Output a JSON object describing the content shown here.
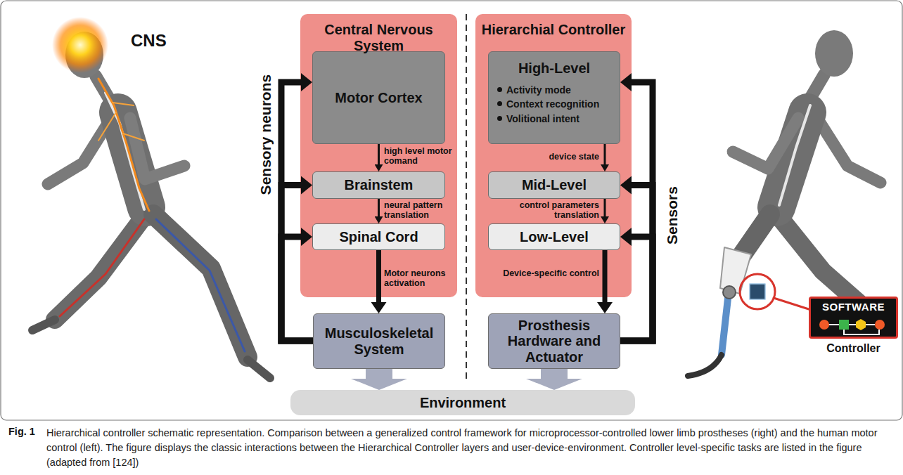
{
  "diagram": {
    "caption": "Hierarchical controller schematic representation. Comparison between a generalized control framework for microprocessor-controlled lower limb prostheses (right) and the human motor control (left). The figure displays the classic interactions between the Hierarchical Controller layers and user-device-environment. Controller level-specific tasks are listed in the figure (adapted from [124])",
    "nodes": [
      {
        "text": [
          "Central Nervous System"
        ]
      },
      {
        "text": [
          "Motor Cortex"
        ],
        "in": 0
      },
      {
        "text": [
          "Brainstem"
        ],
        "in": 0
      },
      {
        "text": [
          "Spinal Cord"
        ],
        "in": 0
      },
      {
        "text": [
          "Hierarchial Controller"
        ]
      },
      {
        "text": [
          "High-Level",
          "Activity mode",
          "Context recognition",
          "Volitional intent"
        ],
        "in": 4
      },
      {
        "text": [
          "Mid-Level"
        ],
        "in": 4
      },
      {
        "text": [
          "Low-Level"
        ],
        "in": 4
      },
      {
        "text": [
          "Musculoskeletal System"
        ]
      },
      {
        "text": [
          "Prosthesis Hardware and Actuator"
        ]
      },
      {
        "text": [
          "Environment"
        ]
      },
      {
        "text": [
          "SOFTWARE",
          "Controller"
        ]
      }
    ],
    "edges": [
      {
        "from": 1,
        "to": 2,
        "label": "high level motor comand",
        "arrow": "to"
      },
      {
        "from": 2,
        "to": 3,
        "label": "neural pattern translation",
        "arrow": "to"
      },
      {
        "from": 3,
        "to": 8,
        "label": "Motor neurons activation",
        "arrow": "to"
      },
      {
        "from": 5,
        "to": 6,
        "label": "device state",
        "arrow": "to"
      },
      {
        "from": 6,
        "to": 7,
        "label": "control parameters translation",
        "arrow": "to"
      },
      {
        "from": 7,
        "to": 9,
        "label": "Device-specific control",
        "arrow": "to"
      },
      {
        "from": 8,
        "to": 10,
        "arrow": "to"
      },
      {
        "from": 9,
        "to": 10,
        "arrow": "to"
      },
      {
        "from": 8,
        "to": 1,
        "arrow": "to"
      },
      {
        "from": 8,
        "to": 2,
        "arrow": "to"
      },
      {
        "from": 8,
        "to": 3,
        "arrow": "to"
      },
      {
        "from": 9,
        "to": 5,
        "arrow": "to"
      },
      {
        "from": 9,
        "to": 6,
        "arrow": "to"
      },
      {
        "from": 9,
        "to": 7,
        "arrow": "to"
      }
    ],
    "labels": [
      "CNS",
      "Sensory neurons",
      "Sensors",
      "Fig. 1"
    ]
  }
}
